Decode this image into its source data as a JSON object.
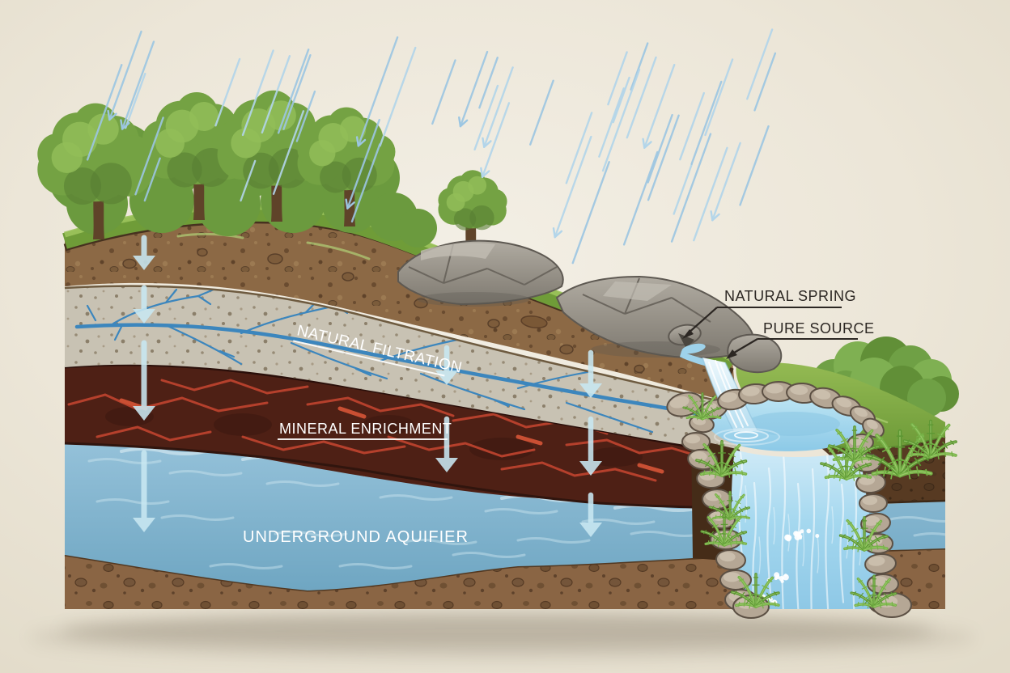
{
  "labels": {
    "natural_filtration": "NATURAL FILTRATION",
    "mineral_enrichment": "MINERAL ENRICHMENT",
    "underground_aquifer": "UNDERGROUND AQUIFIER",
    "natural_spring": "NATURAL SPRING",
    "pure_source": "PURE SOURCE"
  },
  "colors": {
    "background": "#ece6d8",
    "rain": "#9cc6e2",
    "rain_light": "#b2d5ea",
    "flow_arrow": "#c9e8f2",
    "grass": "#7ba73f",
    "grass_light": "#9cc45c",
    "topsoil": "#8c6945",
    "soil_dark": "#46311f",
    "filtration_layer": "#c8c2b3",
    "filtration_channel": "#3c86bd",
    "mineral_layer": "#4e2015",
    "mineral_vein": "#b5402c",
    "aquifer": "#7fb2cd",
    "stream": "#a7d7ee",
    "stone": "#b5a795",
    "stone_edge": "#5c5044",
    "fern": "#5d9733",
    "fern_light": "#76b247",
    "rock": "#8f8a80",
    "tree_canopy": "#74a243",
    "tree_trunk": "#5f4329",
    "label_light": "#ffffff",
    "label_dark": "#2c2723"
  }
}
